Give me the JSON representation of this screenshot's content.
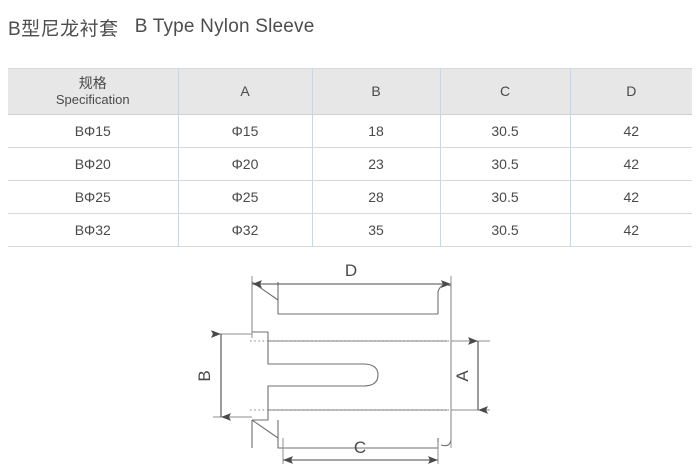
{
  "title": {
    "cn": "B型尼龙衬套",
    "en": "B Type Nylon Sleeve"
  },
  "table": {
    "headers": [
      {
        "cn": "规格",
        "en": "Specification"
      },
      {
        "cn": "A",
        "en": ""
      },
      {
        "cn": "B",
        "en": ""
      },
      {
        "cn": "C",
        "en": ""
      },
      {
        "cn": "D",
        "en": ""
      }
    ],
    "header_labels": [
      "规格",
      "A",
      "B",
      "C",
      "D"
    ],
    "header_sub": "Specification",
    "rows": [
      {
        "spec": "BΦ15",
        "a": "Φ15",
        "b": "18",
        "c": "30.5",
        "d": "42"
      },
      {
        "spec": "BΦ20",
        "a": "Φ20",
        "b": "23",
        "c": "30.5",
        "d": "42"
      },
      {
        "spec": "BΦ25",
        "a": "Φ25",
        "b": "28",
        "c": "30.5",
        "d": "42"
      },
      {
        "spec": "BΦ32",
        "a": "Φ32",
        "b": "35",
        "c": "30.5",
        "d": "42"
      }
    ]
  },
  "drawing": {
    "caption": "",
    "dimensions": {
      "d_label": "D",
      "b_label": "B",
      "a_label": "A",
      "c_label": "C"
    }
  },
  "colors": {
    "header_bg": "#e7e7e7",
    "divider_blue": "#b9dcee",
    "row_border": "#d8d8d8",
    "text": "#4a4a4a",
    "drawing_line": "#6f6f6f"
  }
}
